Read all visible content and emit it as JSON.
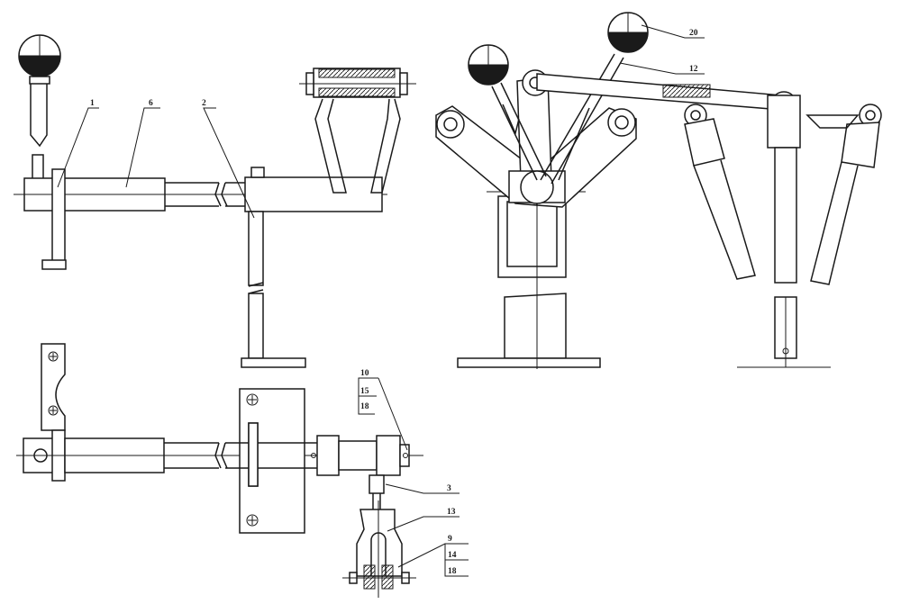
{
  "callouts": {
    "c1": "1",
    "c6": "6",
    "c2": "2",
    "c20": "20",
    "c12": "12",
    "c10": "10",
    "c15": "15",
    "c18a": "18",
    "c3": "3",
    "c13": "13",
    "c9": "9",
    "c14": "14",
    "c18b": "18"
  }
}
